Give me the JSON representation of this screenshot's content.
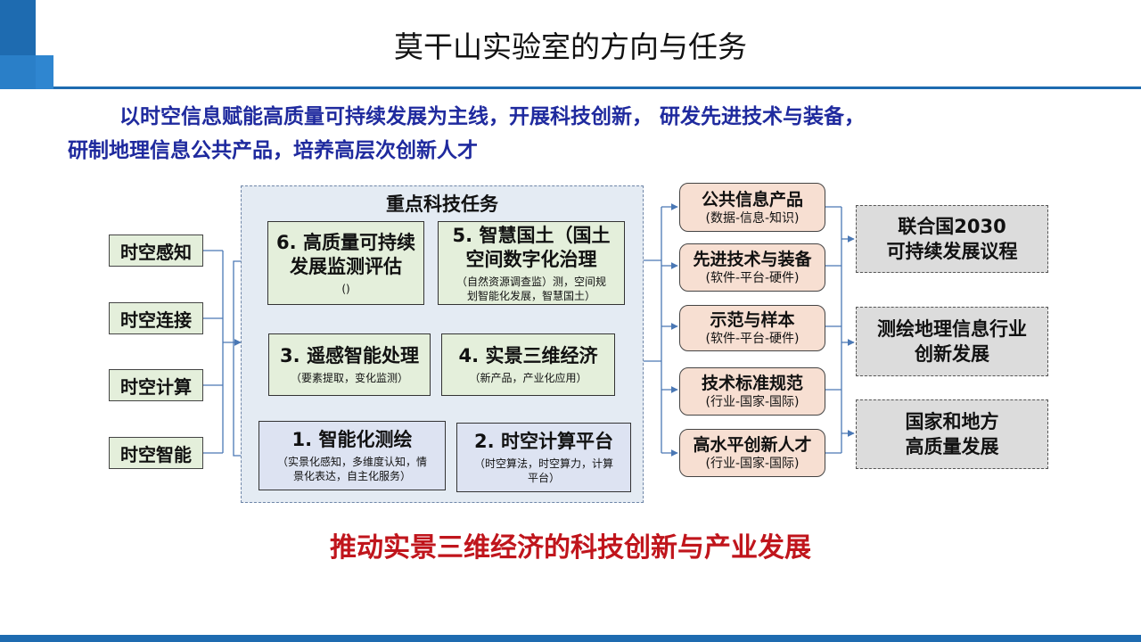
{
  "title": "莫干山实验室的方向与任务",
  "statement": {
    "line1": "以时空信息赋能高质量可持续发展为主线，开展科技创新， 研发先进技术与装备，",
    "line2": "研制地理信息公共产品，培养高层次创新人才"
  },
  "inputs": [
    "时空感知",
    "时空连接",
    "时空计算",
    "时空智能"
  ],
  "core": {
    "title": "重点科技任务",
    "tasks": {
      "t6": {
        "title1": "6. 高质量可持续",
        "title2": "发展监测评估",
        "sub": "()"
      },
      "t5": {
        "title1": "5. 智慧国土（国土",
        "title2": "空间数字化治理",
        "sub1": "（自然资源调查监）测，空间规",
        "sub2": "划智能化发展，智慧国土）"
      },
      "t3": {
        "title": "3. 遥感智能处理",
        "sub": "（要素提取，变化监测）"
      },
      "t4": {
        "title": "4. 实景三维经济",
        "sub": "（新产品，产业化应用）"
      },
      "t1": {
        "title": "1. 智能化测绘",
        "sub1": "（实景化感知，多维度认知，情",
        "sub2": "景化表达，自主化服务）"
      },
      "t2": {
        "title": "2. 时空计算平台",
        "sub1": "（时空算法，时空算力，计算",
        "sub2": "平台）"
      }
    }
  },
  "outputs": [
    {
      "title": "公共信息产品",
      "sub": "(数据-信息-知识)"
    },
    {
      "title": "先进技术与装备",
      "sub": "(软件-平台-硬件)"
    },
    {
      "title": "示范与样本",
      "sub": "(软件-平台-硬件)"
    },
    {
      "title": "技术标准规范",
      "sub": "(行业-国家-国际)"
    },
    {
      "title": "高水平创新人才",
      "sub": "(行业-国家-国际)"
    }
  ],
  "goals": [
    {
      "line1": "联合国2030",
      "line2": "可持续发展议程"
    },
    {
      "line1": "测绘地理信息行业",
      "line2": "创新发展"
    },
    {
      "line1": "国家和地方",
      "line2": "高质量发展"
    }
  ],
  "conclusion": "推动实景三维经济的科技创新与产业发展",
  "colors": {
    "accent_blue": "#1e6bb0",
    "statement_text": "#1f2a9e",
    "conclusion_text": "#c0151c",
    "connector": "#4a78b5"
  }
}
